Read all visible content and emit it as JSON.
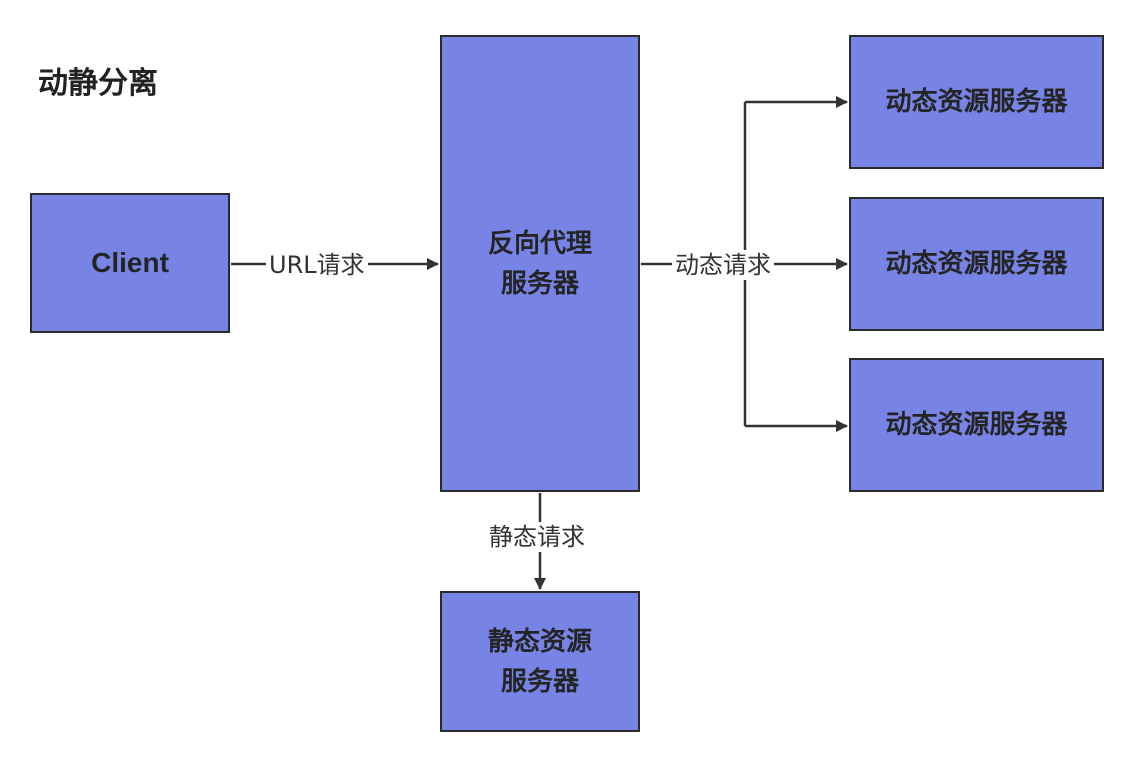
{
  "diagram": {
    "title": "动静分离",
    "nodes": {
      "client": "Client",
      "proxy": "反向代理\n服务器",
      "static_server": "静态资源\n服务器",
      "dynamic_server_1": "动态资源服务器",
      "dynamic_server_2": "动态资源服务器",
      "dynamic_server_3": "动态资源服务器"
    },
    "edges": {
      "url_request": "URL请求",
      "dynamic_request": "动态请求",
      "static_request": "静态请求"
    },
    "colors": {
      "node_fill": "#7784e5",
      "node_border": "#2b2b2b",
      "edge": "#333333"
    }
  }
}
